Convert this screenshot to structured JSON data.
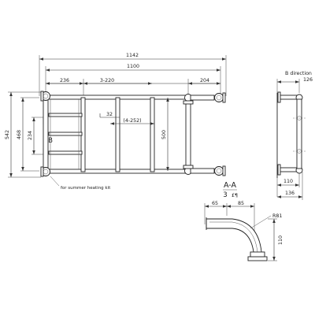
{
  "front": {
    "overall_width": "1142",
    "center_width": "1100",
    "left_offset": "236",
    "spacing": "3-220",
    "right_offset": "204",
    "bar_spacing": "(4-252)",
    "small_gap": "32",
    "overall_height": "542",
    "center_height": "468",
    "lower_height": "234",
    "section_b": "B",
    "rail_height": "500",
    "kit_note": "for summer heating kit"
  },
  "side": {
    "title": "B direction",
    "depth_top": "126",
    "depth_bottom": "110",
    "overall_depth": "136"
  },
  "section": {
    "title": "A-A",
    "scale_number": "3",
    "scale_symbol": "£¶",
    "width_a": "65",
    "width_b": "85",
    "radius": "R81",
    "height": "110"
  }
}
